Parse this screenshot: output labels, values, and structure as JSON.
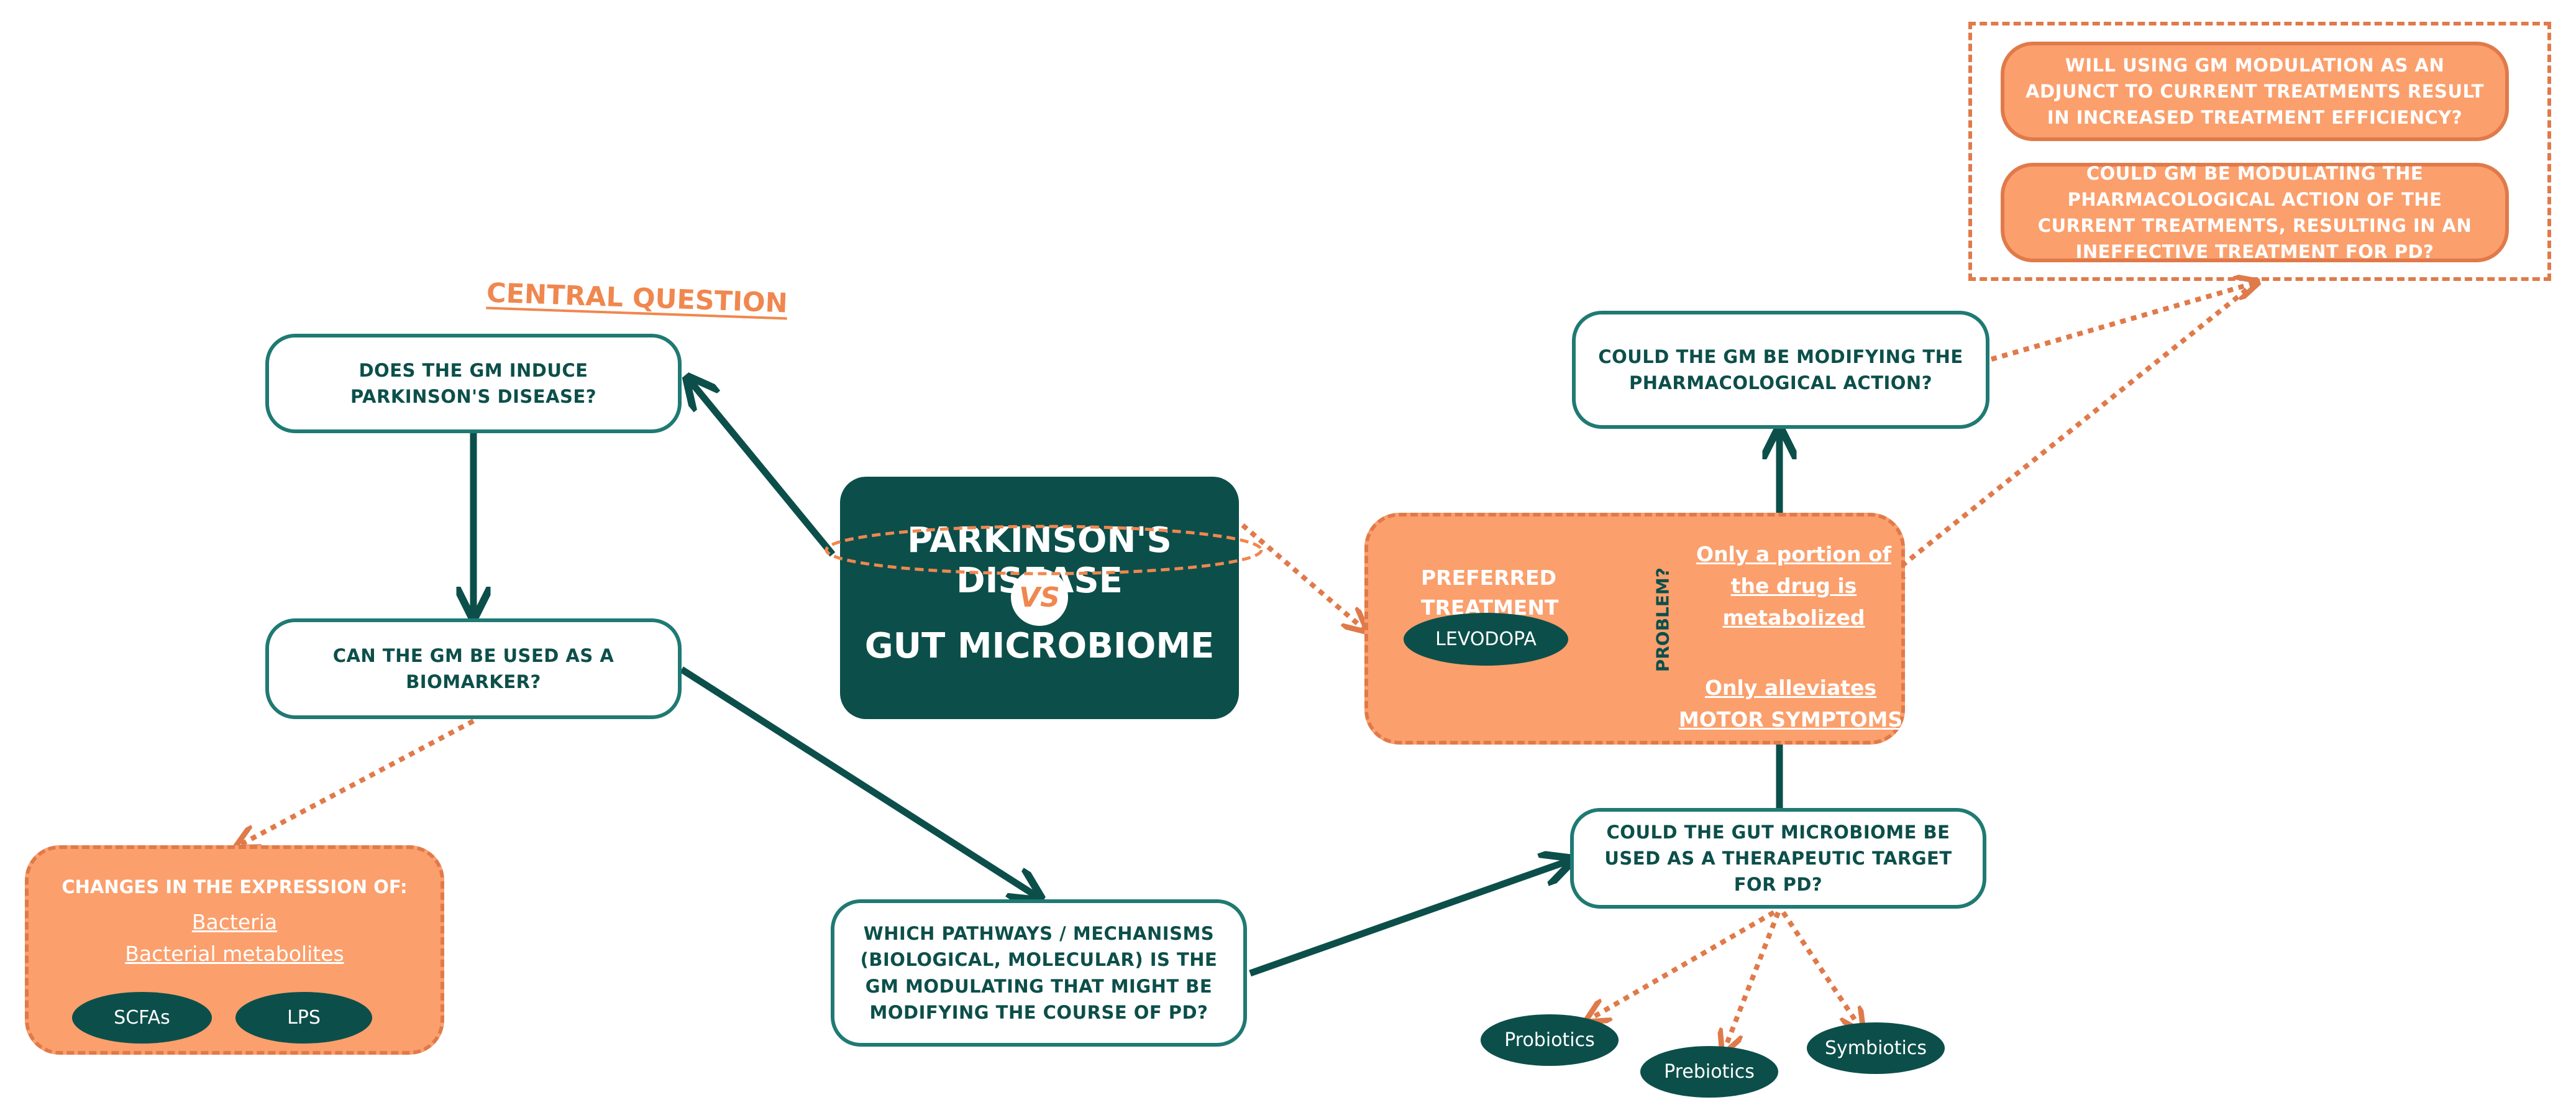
{
  "center": {
    "line1": "PARKINSON'S DISEASE",
    "vs": "VS",
    "line2": "GUT MICROBIOME"
  },
  "central_question_label": "CENTRAL QUESTION",
  "nodes": {
    "induce": "DOES THE GM INDUCE PARKINSON'S DISEASE?",
    "biomarker": "CAN THE GM BE USED AS A BIOMARKER?",
    "pathways": "WHICH PATHWAYS / MECHANISMS (BIOLOGICAL, MOLECULAR) IS THE GM MODULATING THAT MIGHT BE MODIFYING THE COURSE OF PD?",
    "therapeutic": "COULD THE GUT MICROBIOME BE USED AS A THERAPEUTIC TARGET FOR PD?",
    "modifying": "COULD THE GM BE MODIFYING THE PHARMACOLOGICAL ACTION?",
    "adjunct": "WILL USING GM MODULATION AS AN ADJUNCT TO CURRENT TREATMENTS RESULT IN INCREASED TREATMENT EFFICIENCY?",
    "modulating": "COULD GM BE MODULATING THE PHARMACOLOGICAL ACTION OF THE CURRENT TREATMENTS, RESULTING IN AN INEFFECTIVE TREATMENT FOR PD?"
  },
  "treatment": {
    "label1": "PREFERRED",
    "label2": "TREATMENT",
    "drug": "LEVODOPA",
    "problem": "PROBLEM?",
    "issue1_l1": "Only a portion of",
    "issue1_l2": "the drug is",
    "issue1_l3": "metabolized",
    "issue2_l1": "Only alleviates",
    "issue2_l2": "MOTOR SYMPTOMS"
  },
  "changes": {
    "title": "CHANGES IN THE EXPRESSION OF:",
    "item1": "Bacteria",
    "item2": "Bacterial metabolites",
    "scfas": "SCFAs",
    "lps": "LPS"
  },
  "therapies": [
    "Probiotics",
    "Prebiotics",
    "Symbiotics"
  ],
  "colors": {
    "teal": "#0c4f4a",
    "teal_border": "#1f7a73",
    "orange": "#fb9f6c",
    "orange_dark": "#e07a4a"
  }
}
